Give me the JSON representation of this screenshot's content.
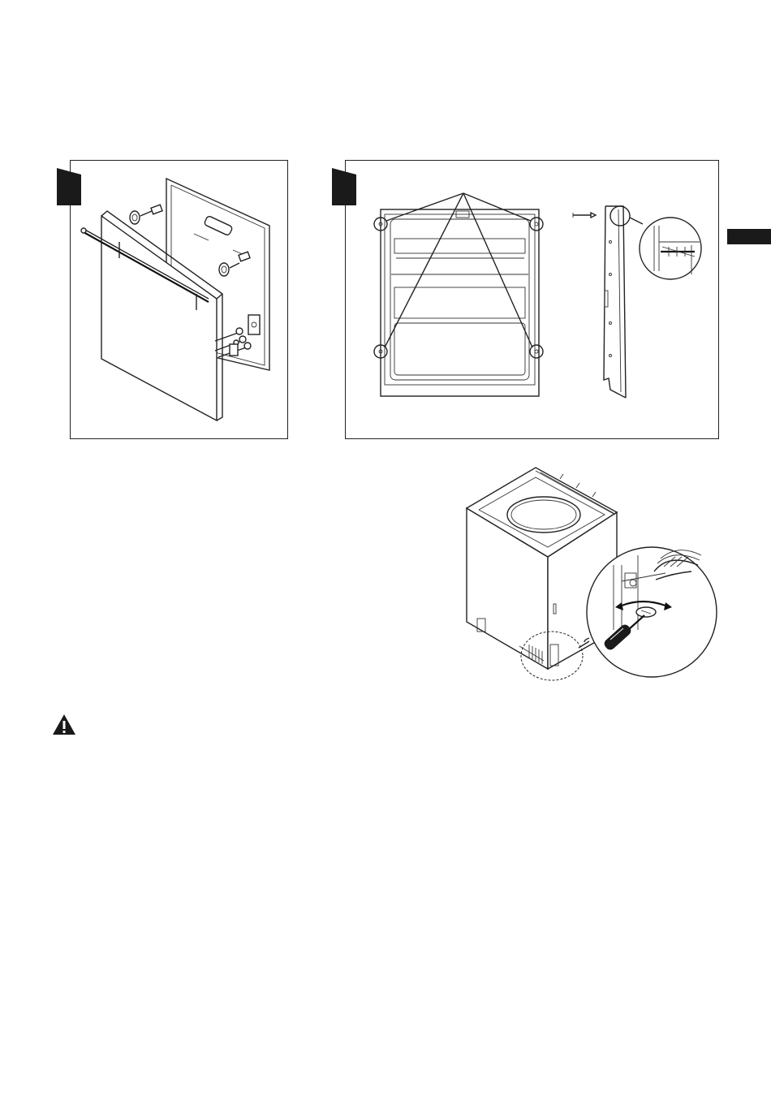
{
  "page": {
    "figures": [
      {
        "id": "fig-remove-handle",
        "step_badge": ""
      },
      {
        "id": "fig-door-panel-screws",
        "step_badge": ""
      },
      {
        "id": "fig-leveling-adjustment"
      }
    ],
    "side_tab": "",
    "warning_icon": "warning-triangle-icon",
    "colors": {
      "ink": "#1a1a1a",
      "background": "#ffffff"
    }
  }
}
